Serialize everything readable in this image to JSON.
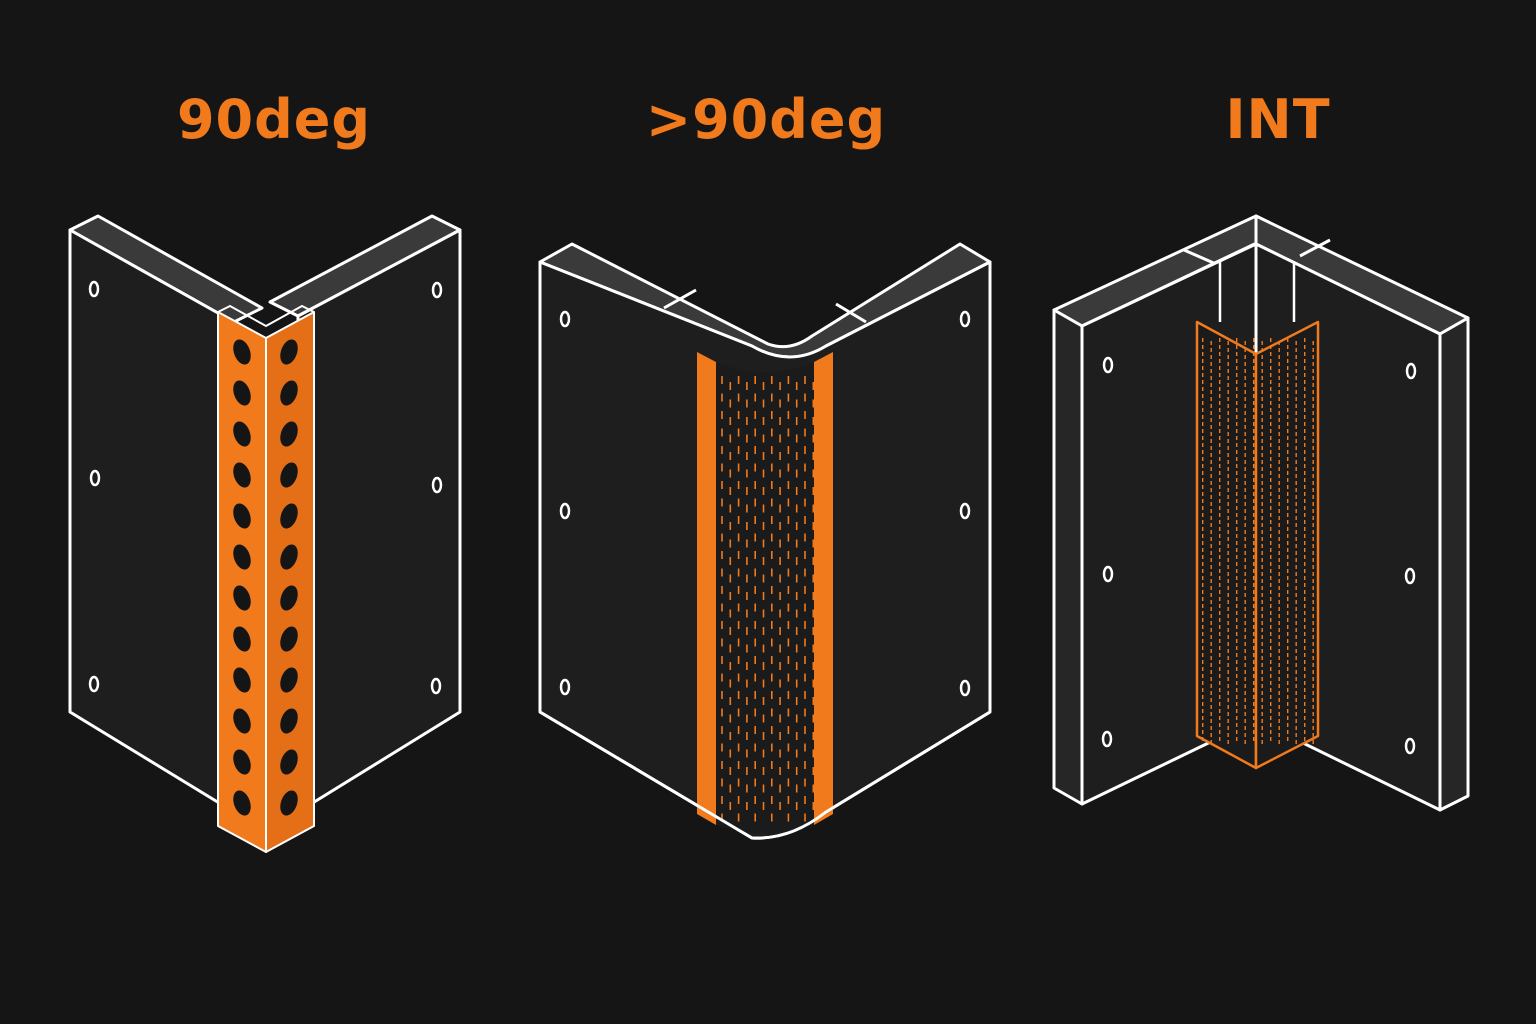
{
  "colors": {
    "background": "#151515",
    "panel_fill": "#1e1e1e",
    "edge_fill": "#3a3a3a",
    "stroke": "#ffffff",
    "accent": "#f07a1c"
  },
  "labels": {
    "corner_90": "90deg",
    "corner_obtuse": ">90deg",
    "corner_internal": "INT"
  }
}
